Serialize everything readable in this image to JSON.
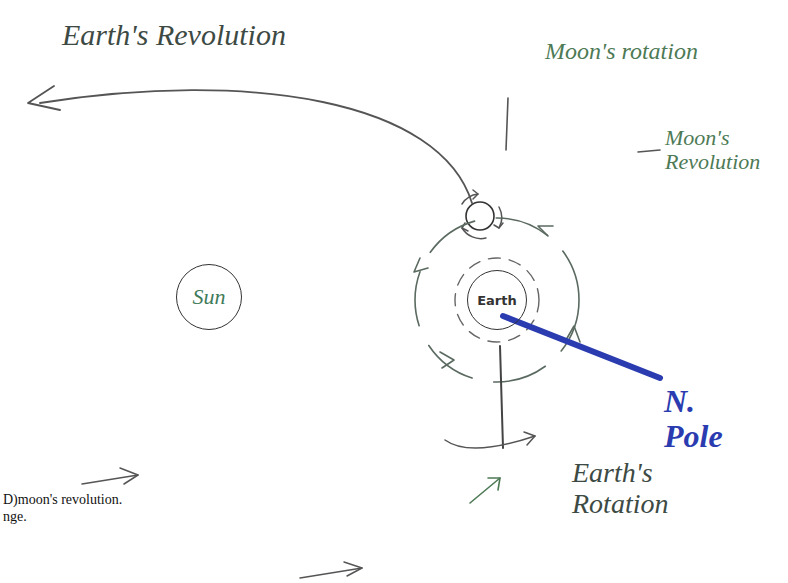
{
  "diagram": {
    "nodes": [
      {
        "text": [
          "Sun"
        ]
      },
      {
        "text": [
          "Earth"
        ]
      }
    ],
    "labels": [
      "Earth's Revolution",
      "Moon's rotation",
      "Moon's Revolution",
      "Earth's Rotation",
      "N. Pole",
      "D)moon's revolution.",
      "nge."
    ]
  }
}
